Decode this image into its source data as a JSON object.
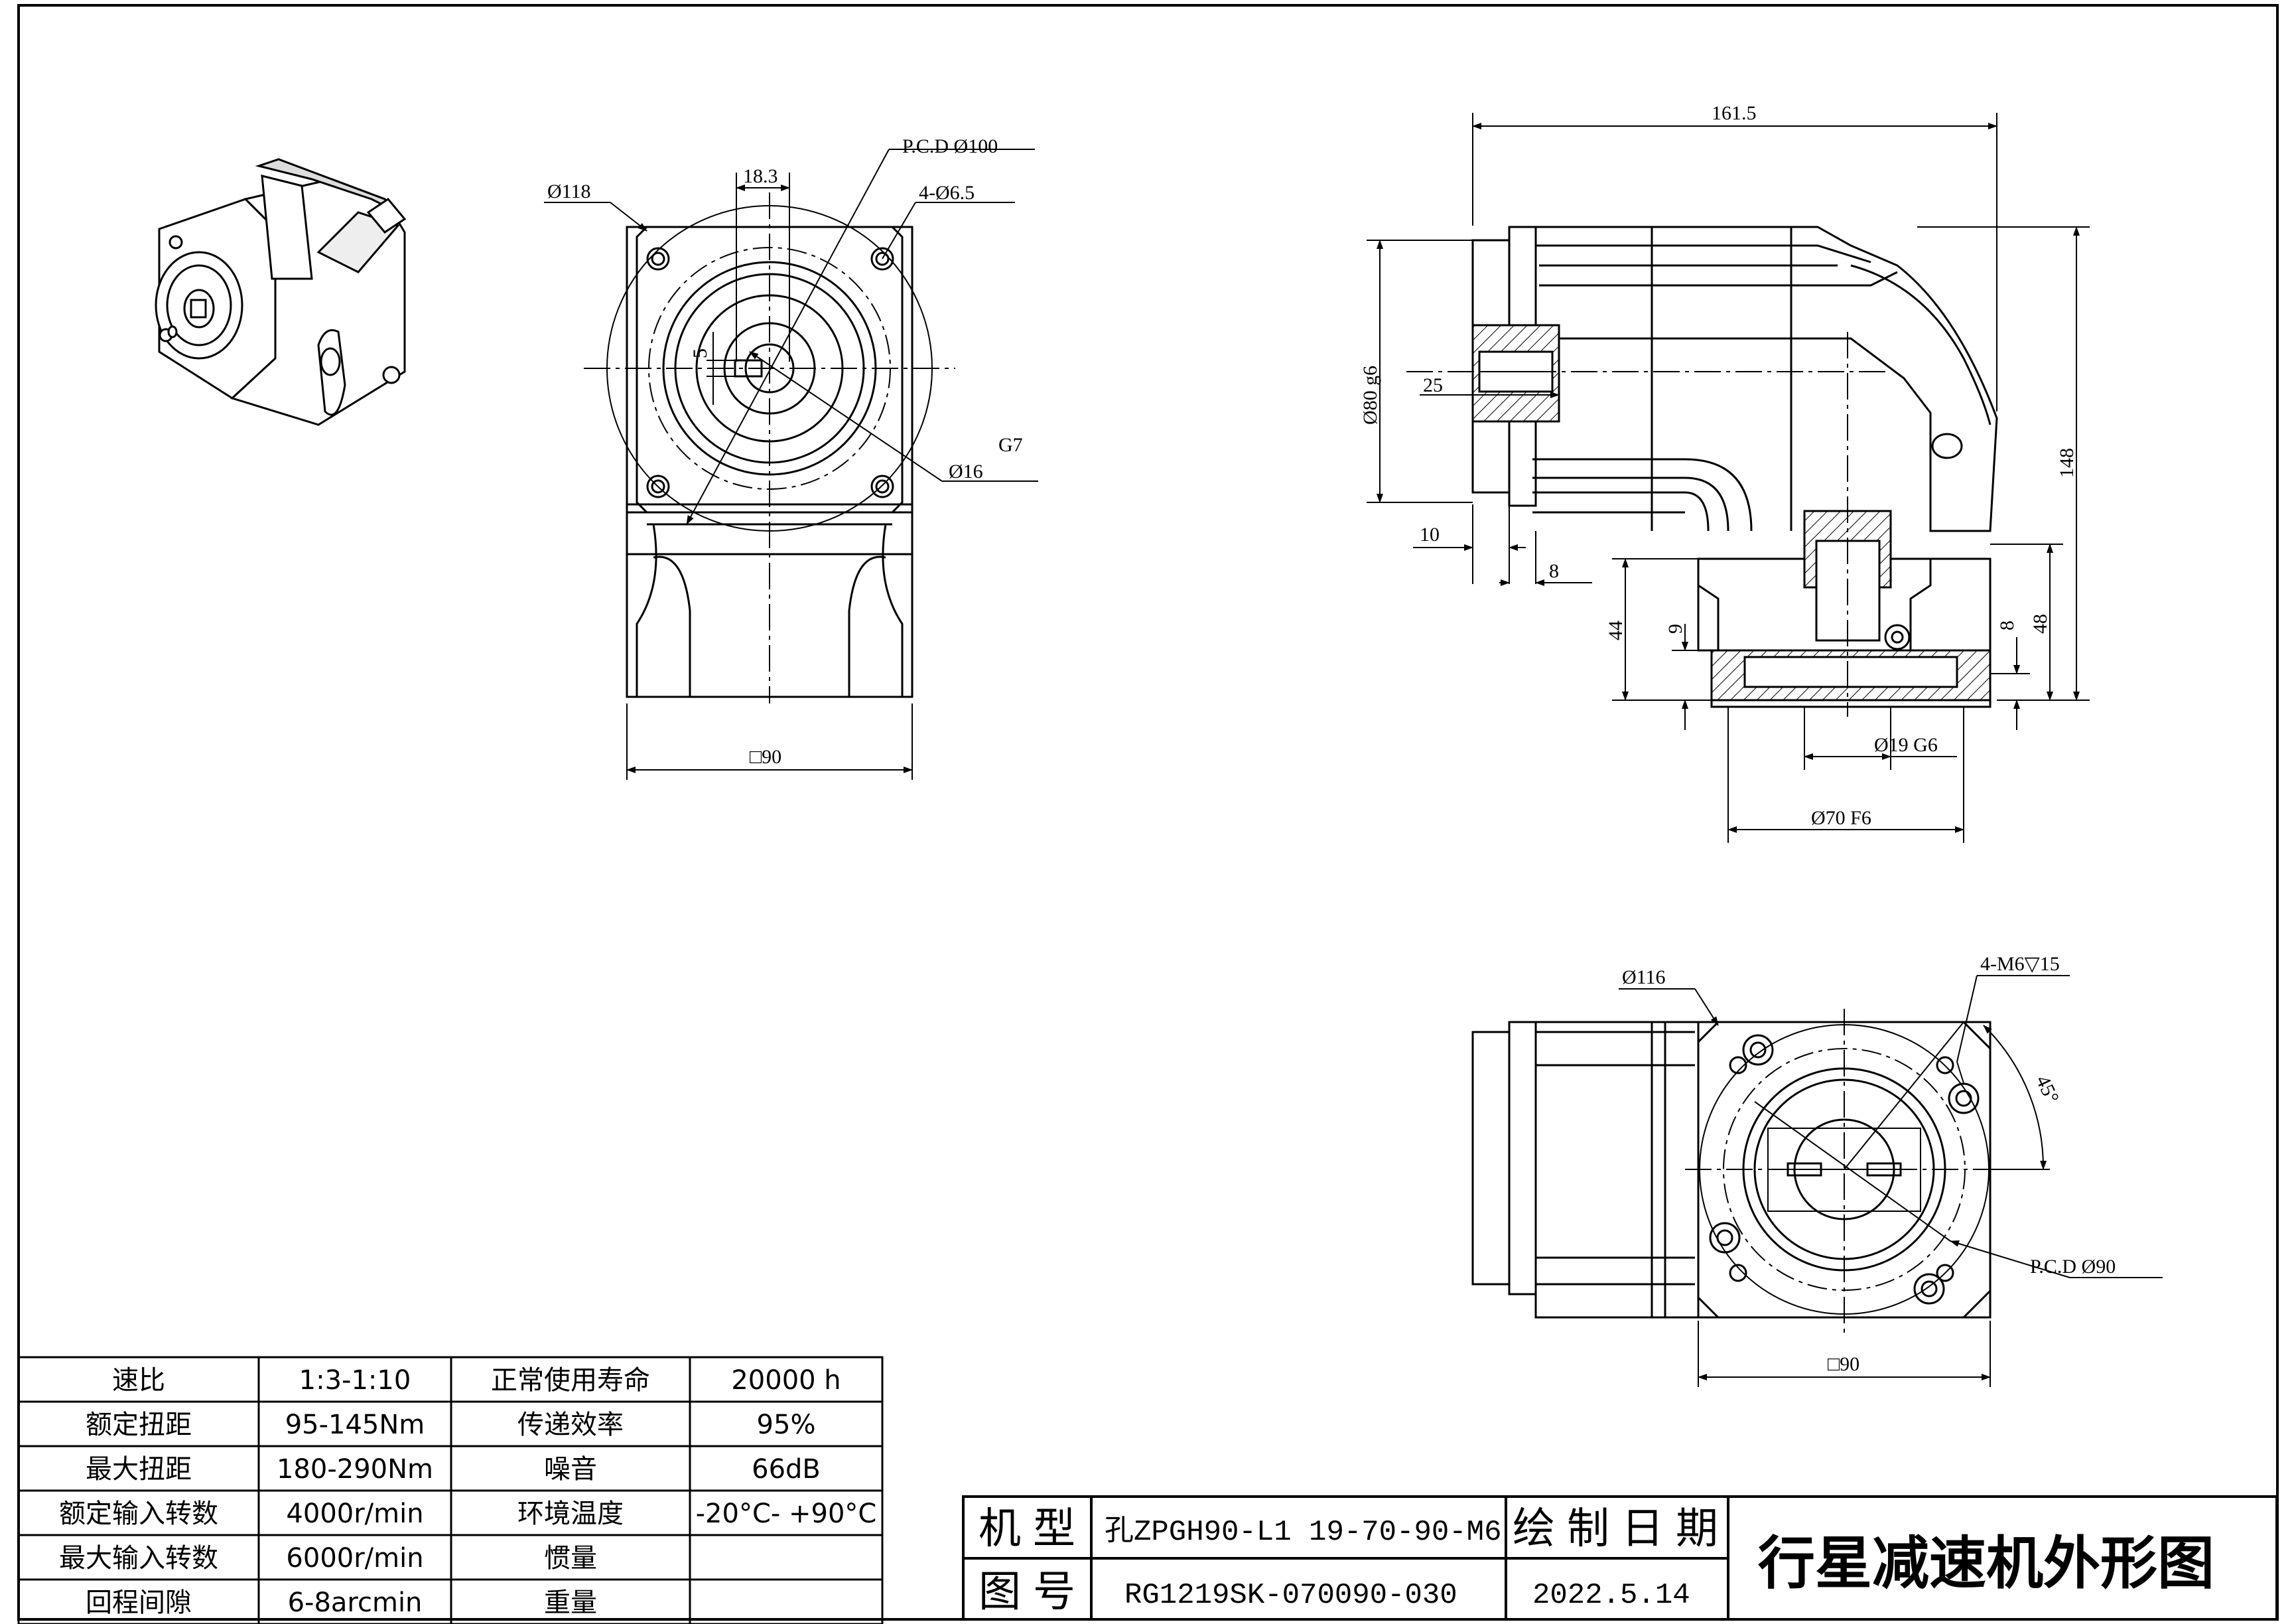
{
  "views": {
    "front": {
      "pcd_label": "P.C.D Ø100",
      "holes_label": "4-Ø6.5",
      "flange_dia_label": "Ø118",
      "key_offset_label": "18.3",
      "key_width_label": "5",
      "bore_fit_label": "G7",
      "bore_dia_label": "Ø16",
      "square_label": "□90"
    },
    "side": {
      "length_label": "161.5",
      "spigot_label": "Ø80 g6",
      "depth_25_label": "25",
      "gap_10_label": "10",
      "gap_8_label": "8",
      "height_148_label": "148",
      "height_44_label": "44",
      "height_9_label": "9",
      "height_8_label": "8",
      "height_48_label": "48",
      "shaft_bore_label": "Ø19 G6",
      "pilot_label": "Ø70 F6"
    },
    "bottom": {
      "flange_dia_label": "Ø116",
      "tap_label": "4-M6▽15",
      "angle_label": "45°",
      "pcd_label": "P.C.D Ø90",
      "square_label": "□90"
    }
  },
  "spec_table": {
    "rows": [
      [
        "速比",
        "1:3-1:10",
        "正常使用寿命",
        "20000 h"
      ],
      [
        "额定扭距",
        "95-145Nm",
        "传递效率",
        "95%"
      ],
      [
        "最大扭距",
        "180-290Nm",
        "噪音",
        "66dB"
      ],
      [
        "额定输入转数",
        "4000r/min",
        "环境温度",
        "-20°C- +90°C"
      ],
      [
        "最大输入转数",
        "6000r/min",
        "惯量",
        ""
      ],
      [
        "回程间隙",
        "6-8arcmin",
        "重量",
        ""
      ]
    ]
  },
  "title_block": {
    "model_label": "机型",
    "model_value": "孔ZPGH90-L1 19-70-90-M6",
    "drawing_no_label": "图号",
    "drawing_no_value": "RG1219SK-070090-030",
    "date_label": "绘制日期",
    "date_value": "2022.5.14",
    "title": "行星减速机外形图"
  }
}
